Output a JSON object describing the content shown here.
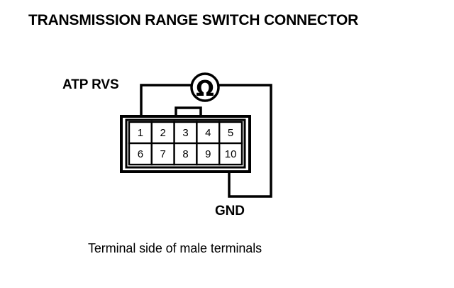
{
  "title": "TRANSMISSION RANGE SWITCH CONNECTOR",
  "caption": "Terminal side of male terminals",
  "labels": {
    "probe_left": "ATP RVS",
    "probe_right": "GND"
  },
  "meter": {
    "symbol": "Ω",
    "name": "ohmmeter"
  },
  "connector": {
    "terminal_count": 10,
    "rows": [
      [
        "1",
        "2",
        "3",
        "4",
        "5"
      ],
      [
        "6",
        "7",
        "8",
        "9",
        "10"
      ]
    ]
  },
  "colors": {
    "ink": "#000000",
    "background": "#ffffff"
  }
}
